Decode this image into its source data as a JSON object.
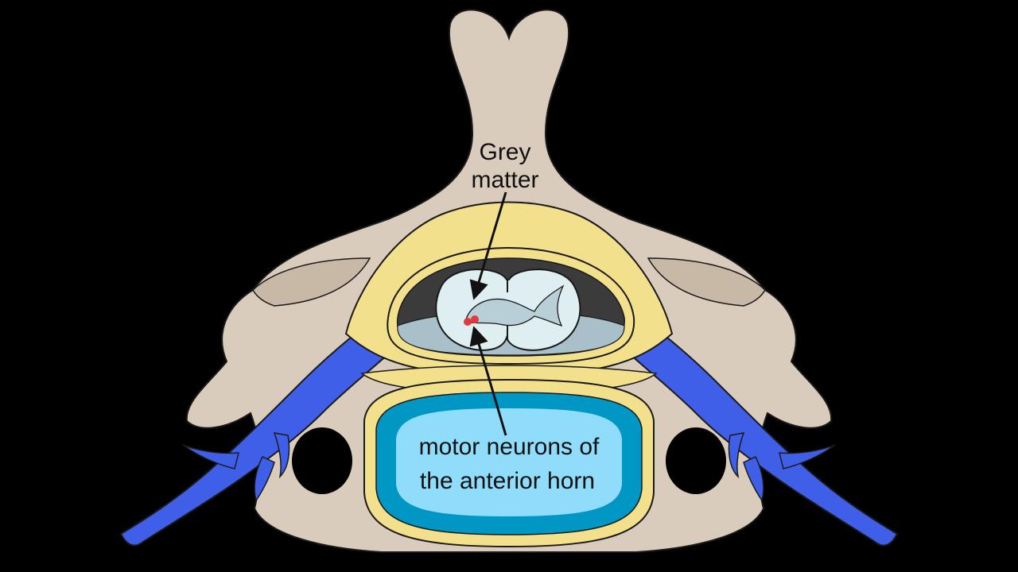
{
  "labels": {
    "grey_matter_line1": "Grey",
    "grey_matter_line2": "matter",
    "motor_line1": "motor neurons of",
    "motor_line2": "the anterior horn"
  },
  "colors": {
    "background": "#000000",
    "bone": "#d9ccbc",
    "bone_shadow": "#c8b9a6",
    "outline": "#1a1a1a",
    "dura": "#f3e08c",
    "nerve": "#3f5fe8",
    "csf_dark": "#3b3b3b",
    "csf_light": "#a9bfca",
    "cord": "#dfeef0",
    "grey_matter": "#b8cfd8",
    "disc_outer": "#0097c4",
    "disc_inner": "#8fdcfb",
    "neuron": "#e03a3a"
  }
}
